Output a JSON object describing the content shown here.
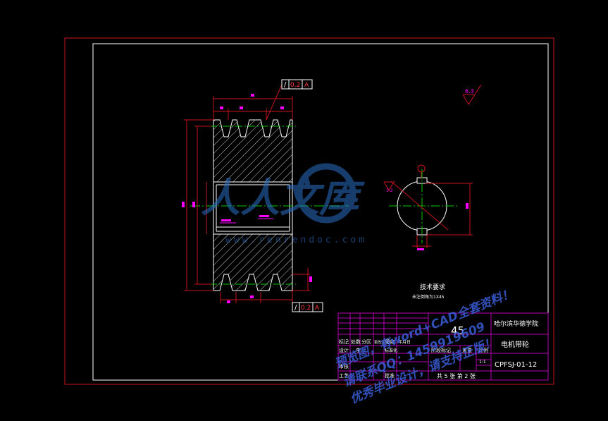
{
  "title_block": {
    "material": "45",
    "school": "哈尔滨华德学院",
    "part_name": "电机带轮",
    "drawing_no": "CPFSJ-01-12",
    "scale": "1:1",
    "sheets": "共 5 张  第 2 张",
    "row_labels": [
      "标记",
      "处数",
      "分区",
      "更改文件号",
      "签名",
      "年月日"
    ],
    "design_label": "设计",
    "design_name": "李",
    "std_label": "标准化",
    "review_label": "审核",
    "process_label": "工艺",
    "approve_label": "批准",
    "stage_label": "阶段标记",
    "weight_label": "重量",
    "ratio_label": "比例"
  },
  "annotations": {
    "tech_req_title": "技术要求",
    "tech_req_text": "未注倒角为1X45",
    "tolerance_symbol": "/",
    "tolerance_value": "0.2",
    "datum": "A",
    "roughness_main": "6.3",
    "roughness_bore": "3.2"
  },
  "watermark": {
    "brand": "人人文库",
    "url": "www.renrendoc.com",
    "promo_lines": [
      "预览图，有word+CAD全套资料！",
      "请联系QQ：1459919609",
      "优秀毕业设计，请支持正版！"
    ]
  },
  "colors": {
    "background": "#000000",
    "outer_frame": "#c8141e",
    "inner_frame": "#ffffff",
    "title_block_line": "#b400b4",
    "centerline": "#00c800",
    "dimension": "#c8141e",
    "magenta_text": "#ff00ff",
    "watermark_blue": "#2b6fc7",
    "promo_blue": "#3a5fd8"
  }
}
